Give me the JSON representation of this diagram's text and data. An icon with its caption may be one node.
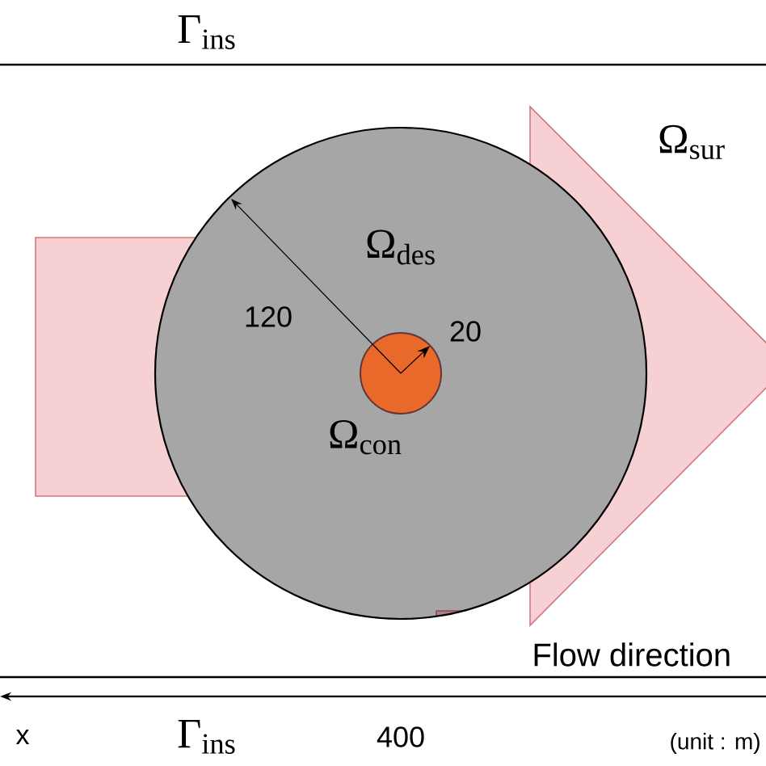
{
  "diagram": {
    "nodes": [
      {
        "text": [
          "Ω$_{des}$"
        ]
      },
      {
        "text": [
          "Ω$_{con}$"
        ],
        "in": 0
      }
    ],
    "labels": [
      "Γ$_{ins}$",
      "Ω$_{sur}$",
      "120",
      "20",
      "Flow direction",
      "x",
      "Γ$_{ins}$",
      "400",
      "(unit : m)"
    ]
  }
}
